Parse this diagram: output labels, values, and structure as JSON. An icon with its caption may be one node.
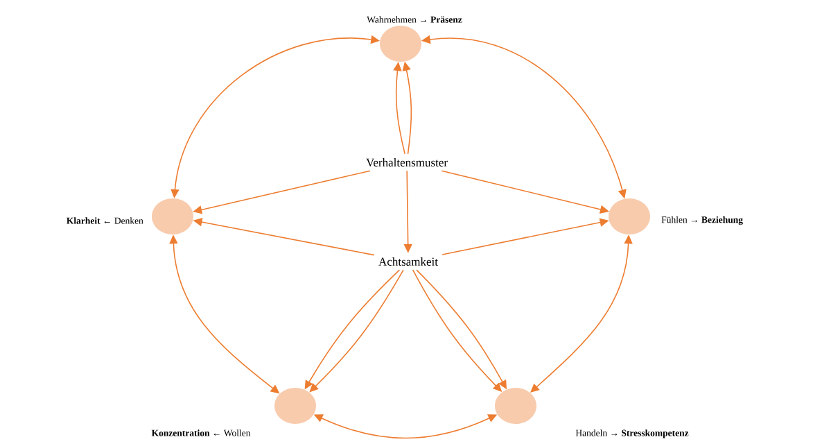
{
  "diagram": {
    "nodes": [
      {
        "text": [
          "Wahrnehmen → **Präsenz**"
        ]
      },
      {
        "text": [
          "**Klarheit** ← Denken"
        ]
      },
      {
        "text": [
          "Fühlen → **Beziehung**"
        ]
      },
      {
        "text": [
          "**Konzentration** ← Wollen"
        ]
      },
      {
        "text": [
          "Handeln → **Stresskompetenz**"
        ]
      },
      {
        "text": [
          "Verhaltensmuster"
        ]
      },
      {
        "text": [
          "Achtsamkeit"
        ]
      }
    ],
    "edges": [
      {
        "from": 0,
        "to": 2,
        "arrow": "both"
      },
      {
        "from": 2,
        "to": 4,
        "arrow": "both"
      },
      {
        "from": 4,
        "to": 3,
        "arrow": "both"
      },
      {
        "from": 3,
        "to": 1,
        "arrow": "both"
      },
      {
        "from": 1,
        "to": 0,
        "arrow": "both"
      },
      {
        "from": 5,
        "to": 0,
        "arrow": "to"
      },
      {
        "from": 5,
        "to": 0,
        "arrow": "to"
      },
      {
        "from": 5,
        "to": 1,
        "arrow": "to"
      },
      {
        "from": 5,
        "to": 2,
        "arrow": "to"
      },
      {
        "from": 5,
        "to": 6,
        "arrow": "to"
      },
      {
        "from": 6,
        "to": 1,
        "arrow": "to"
      },
      {
        "from": 6,
        "to": 2,
        "arrow": "to"
      },
      {
        "from": 6,
        "to": 3,
        "arrow": "to"
      },
      {
        "from": 6,
        "to": 3,
        "arrow": "to"
      },
      {
        "from": 6,
        "to": 4,
        "arrow": "to"
      },
      {
        "from": 6,
        "to": 4,
        "arrow": "to"
      }
    ]
  }
}
